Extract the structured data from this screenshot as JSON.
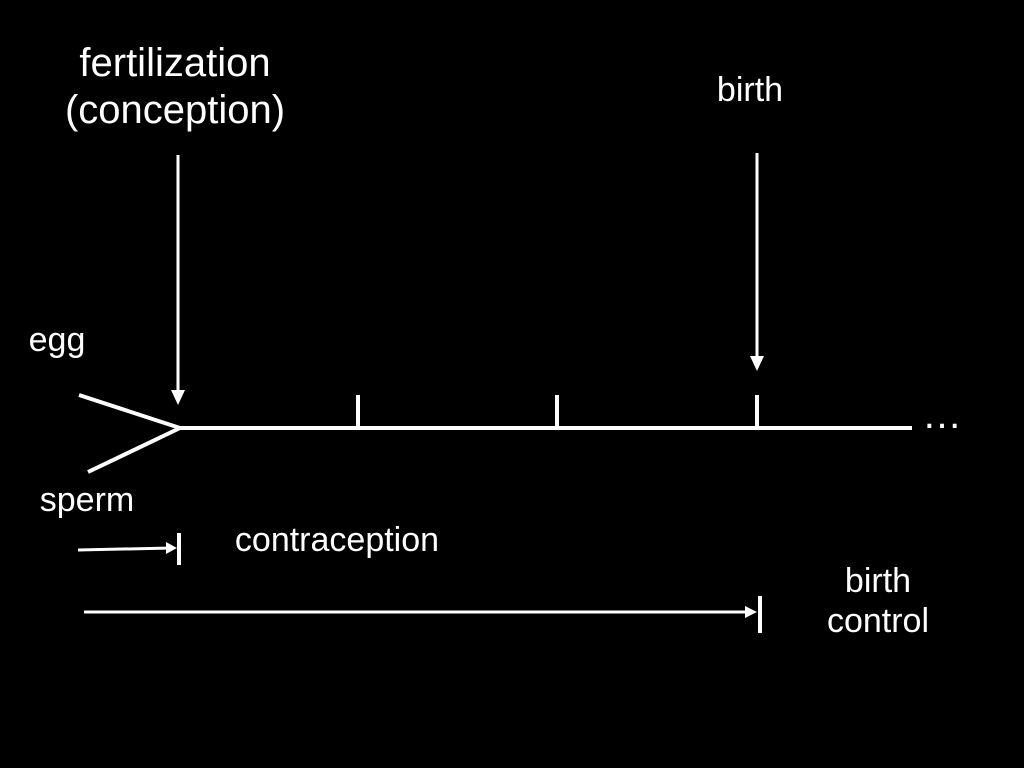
{
  "labels": {
    "fertilization_line1": "fertilization",
    "fertilization_line2": "(conception)",
    "birth": "birth",
    "egg": "egg",
    "sperm": "sperm",
    "contraception": "contraception",
    "birth_control_line1": "birth",
    "birth_control_line2": "control",
    "ellipsis": "…"
  },
  "colors": {
    "background": "#000000",
    "foreground": "#ffffff"
  }
}
